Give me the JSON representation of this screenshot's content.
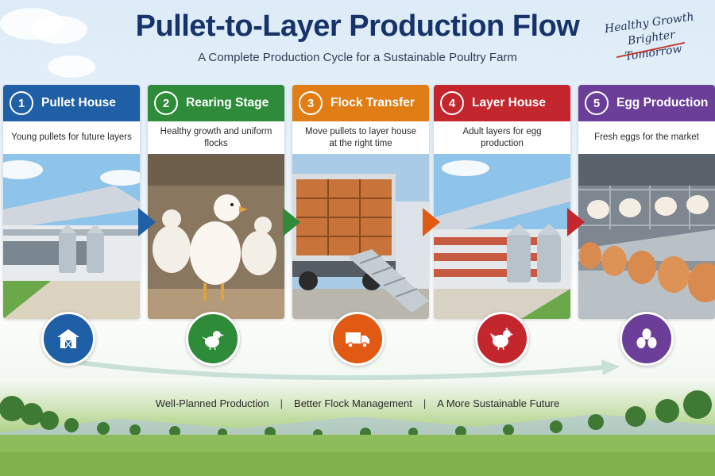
{
  "header": {
    "title": "Pullet-to-Layer Production Flow",
    "subtitle": "A Complete Production Cycle for a Sustainable Poultry Farm",
    "slogan_line1": "Healthy Growth",
    "slogan_line2": "Brighter Tomorrow"
  },
  "stages": [
    {
      "number": "1",
      "title": "Pullet House",
      "description": "Young pullets for future layers",
      "color": "#1f5fa6",
      "icon": "barn-icon"
    },
    {
      "number": "2",
      "title": "Rearing Stage",
      "description": "Healthy growth and uniform flocks",
      "color": "#2e8b3a",
      "icon": "chick-icon"
    },
    {
      "number": "3",
      "title": "Flock Transfer",
      "description": "Move pullets to layer house at the right time",
      "color": "#e07d14",
      "icon": "truck-icon"
    },
    {
      "number": "4",
      "title": "Layer House",
      "description": "Adult layers for egg production",
      "color": "#c4262e",
      "icon": "hen-icon"
    },
    {
      "number": "5",
      "title": "Egg Production",
      "description": "Fresh eggs for the market",
      "color": "#6b3f99",
      "icon": "eggs-icon"
    }
  ],
  "footer": {
    "items": [
      "Well-Planned Production",
      "Better Flock Management",
      "A More Sustainable Future"
    ],
    "separator": "|"
  }
}
